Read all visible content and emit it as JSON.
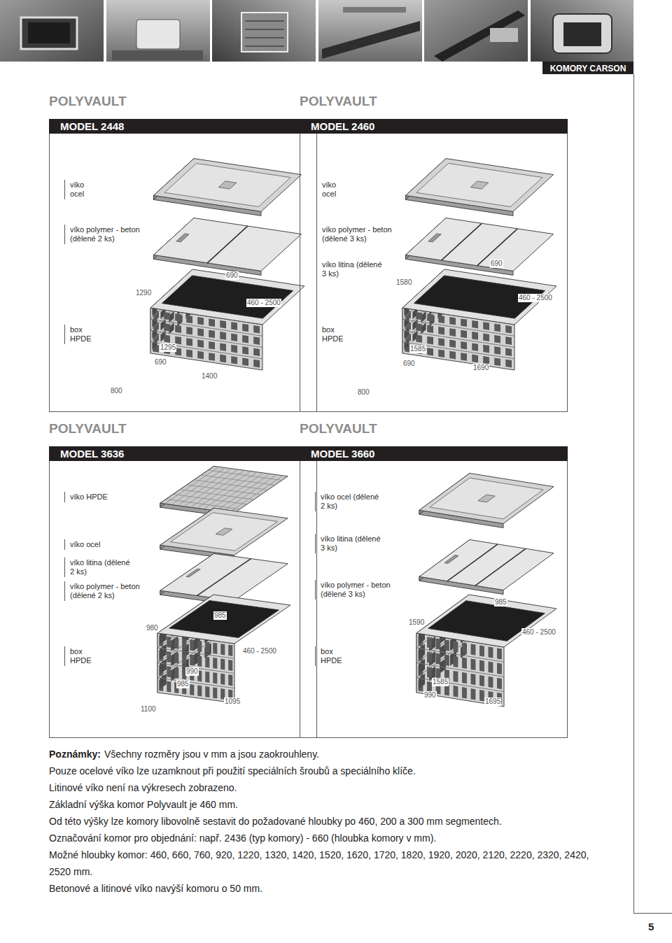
{
  "diagram": {
    "nodes": [
      {
        "text": [
          "KOMORY CARSON"
        ]
      },
      {
        "text": [
          "POLYVAULT"
        ]
      },
      {
        "text": [
          "MODEL 2448"
        ],
        "in": 1
      },
      {
        "text": [
          "POLYVAULT"
        ]
      },
      {
        "text": [
          "MODEL 2460"
        ],
        "in": 3
      },
      {
        "text": [
          "POLYVAULT"
        ]
      },
      {
        "text": [
          "MODEL 3636"
        ],
        "in": 5
      },
      {
        "text": [
          "POLYVAULT"
        ]
      },
      {
        "text": [
          "MODEL 3660"
        ],
        "in": 7
      }
    ],
    "labels": [
      "víko ocel",
      "víko polymer - beton (dělené 2 ks)",
      "box HPDE",
      "690",
      "1290",
      "460 - 2500",
      "1295",
      "690",
      "1400",
      "800",
      "víko ocel",
      "víko polymer - beton (dělené 3 ks)",
      "víko litina (dělené 3 ks)",
      "box HPDE",
      "690",
      "1580",
      "460 - 2500",
      "1585",
      "690",
      "1690",
      "800",
      "víko HPDE",
      "víko ocel",
      "víko litina (dělené 2 ks)",
      "víko polymer - beton (dělené 2 ks)",
      "box HPDE",
      "985",
      "980",
      "460 - 2500",
      "990",
      "985",
      "1095",
      "1100",
      "víko ocel (dělené 2 ks)",
      "víko litina (dělené 3 ks)",
      "víko polymer - beton (dělené 3 ks)",
      "box HPDE",
      "985",
      "1590",
      "460 - 2500",
      "1585",
      "990",
      "1695",
      "Poznámky:",
      "Všechny rozměry jsou v mm a jsou zaokrouhleny.",
      "Pouze ocelové víko lze uzamknout při použití speciálních šroubů a speciálního klíče.",
      "Litinové víko není na výkresech zobrazeno.",
      "Základní výška komor Polyvault je 460 mm.",
      "Od této výšky lze komory libovolně sestavit do požadované hloubky po 460, 200 a 300 mm segmentech.",
      "Označování komor pro objednání: např. 2436 (typ komory) - 660 (hloubka komory v mm).",
      "Možné hloubky komor: 460, 660, 760, 920, 1220, 1320, 1420, 1520, 1620, 1720, 1820, 1920, 2020, 2120, 2220, 2320, 2420, 2520 mm.",
      "Betonové a litinové víko navýší komoru o 50 mm.",
      "5"
    ]
  }
}
